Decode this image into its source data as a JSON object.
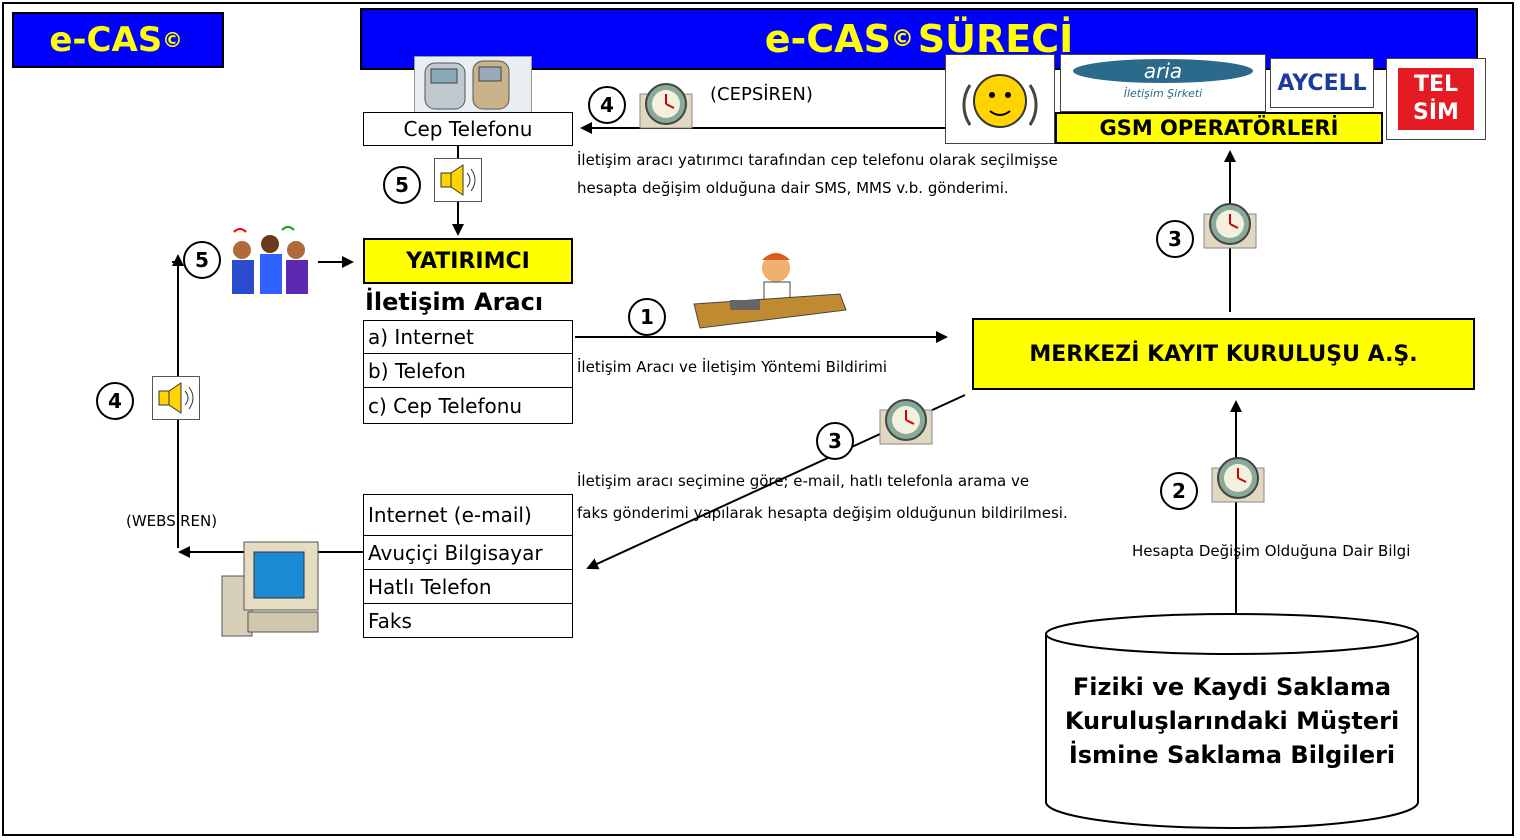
{
  "header": {
    "logo": "e-CAS",
    "logo_sup": "©",
    "title": "e-CAS",
    "title_sup": "©",
    "title_rest": "SÜRECİ"
  },
  "cep": {
    "label": "Cep Telefonu",
    "cepsiren": "(CEPSİREN)",
    "desc1": "İletişim aracı yatırımcı tarafından cep telefonu olarak seçilmişse",
    "desc2": "hesapta değişim olduğuna dair SMS, MMS v.b. gönderimi."
  },
  "gsm": {
    "label": "GSM OPERATÖRLERİ",
    "aria": "aria",
    "aria_sub": "İletişim Şirketi",
    "aycell": "AYCELL",
    "telsim_top": "TEL",
    "telsim_bottom": "SİM"
  },
  "investor": {
    "label": "YATIRIMCI",
    "tool_heading": "İletişim Aracı",
    "tools": [
      "a) Internet",
      "b) Telefon",
      "c) Cep Telefonu"
    ]
  },
  "notify": {
    "label": "İletişim Aracı ve İletişim Yöntemi Bildirimi"
  },
  "mkk": {
    "label": "MERKEZİ KAYIT KURULUŞU A.Ş."
  },
  "channels": {
    "items": [
      "Internet (e-mail)",
      "Avuçiçi Bilgisayar",
      "Hatlı Telefon",
      "Faks"
    ],
    "desc1": "İletişim aracı seçimine göre; e-mail, hatlı telefonla arama ve",
    "desc2": "faks gönderimi yapılarak hesapta değişim olduğunun bildirilmesi."
  },
  "websiren": "(WEBSİREN)",
  "change_info": "Hesapta Değişim Olduğuna Dair Bilgi",
  "storage": {
    "line1": "Fiziki ve Kaydi Saklama",
    "line2": "Kuruluşlarındaki Müşteri",
    "line3": "İsmine Saklama Bilgileri"
  },
  "steps": {
    "s1": "1",
    "s2": "2",
    "s3a": "3",
    "s3b": "3",
    "s4a": "4",
    "s4b": "4",
    "s5a": "5",
    "s5b": "5"
  },
  "colors": {
    "title_bg": "#0000ff",
    "title_fg": "#ffff00",
    "box_bg": "#ffff00"
  }
}
